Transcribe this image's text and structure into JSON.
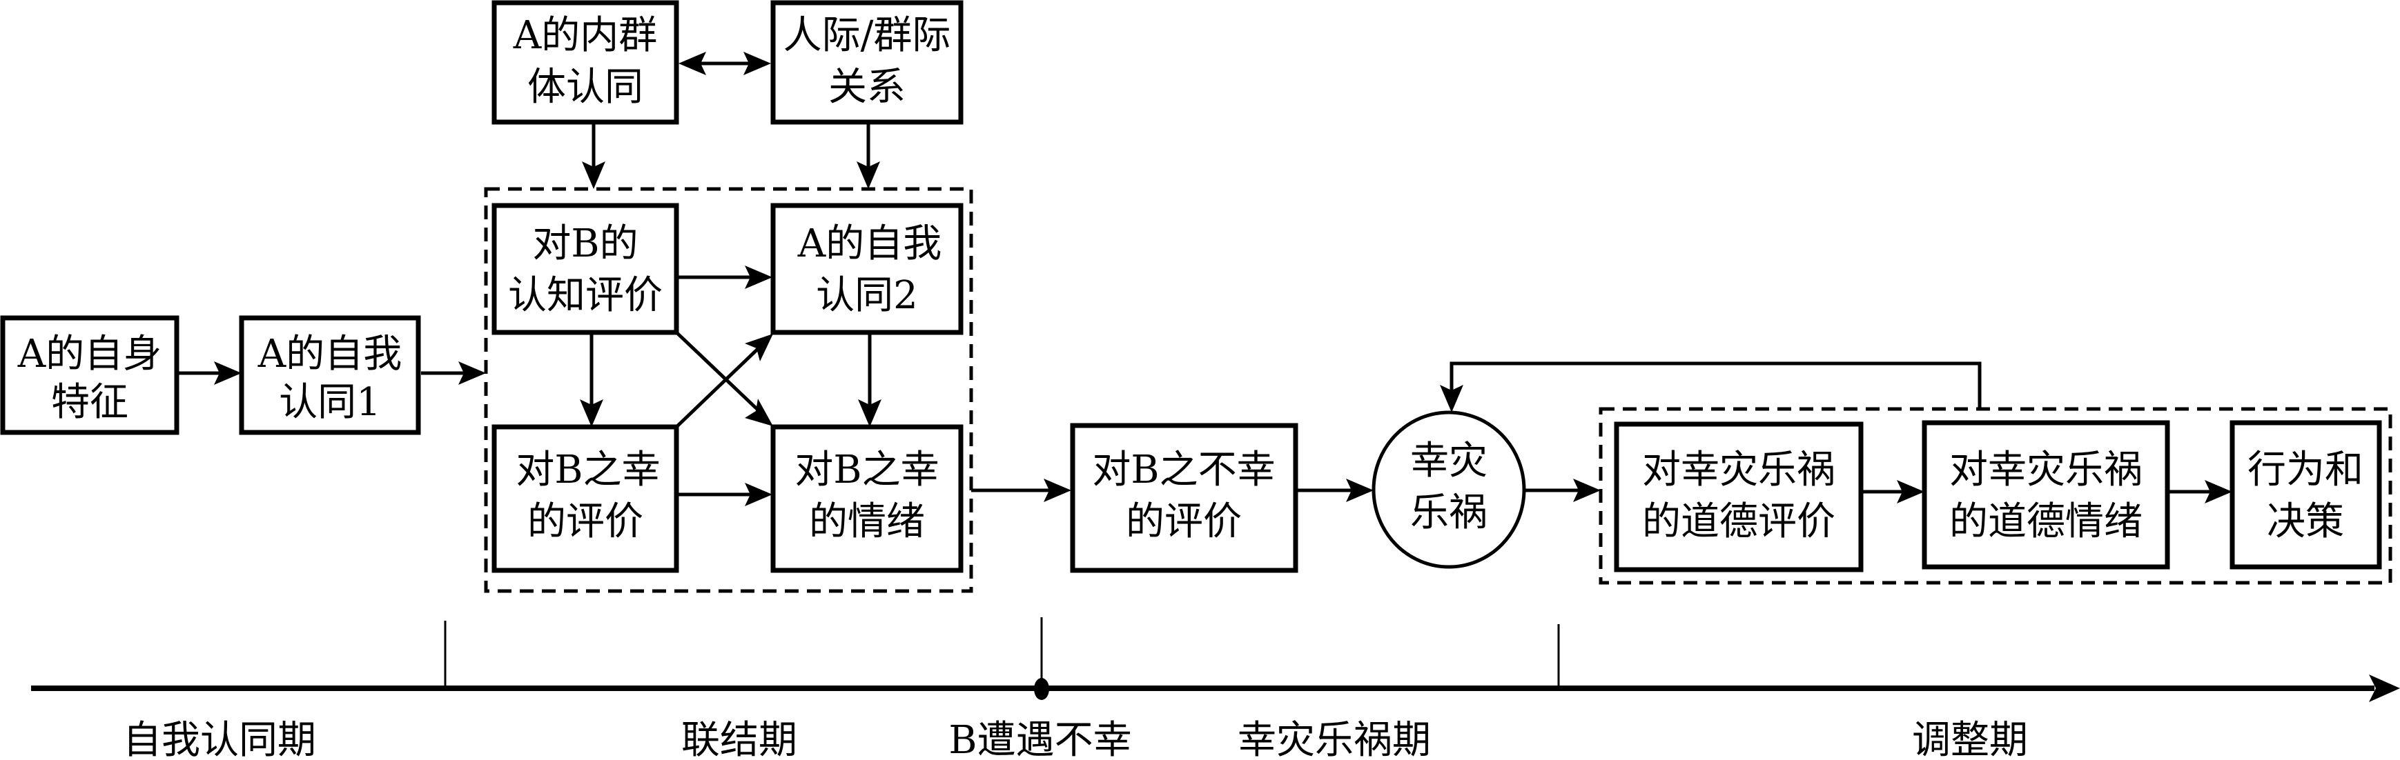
{
  "diagram": {
    "nodes": {
      "self_traits": [
        "A的自身",
        "特征"
      ],
      "self_identity1": [
        "A的自我",
        "认同1"
      ],
      "ingroup_identity": [
        "A的内群",
        "体认同"
      ],
      "relations": [
        "人际/群际",
        "关系"
      ],
      "cognitive_eval": [
        "对B的",
        "认知评价"
      ],
      "self_identity2": [
        "A的自我",
        "认同2"
      ],
      "fortune_eval": [
        "对B之幸",
        "的评价"
      ],
      "fortune_emotion": [
        "对B之幸",
        "的情绪"
      ],
      "misfortune_eval": [
        "对B之不幸",
        "的评价"
      ],
      "schadenfreude": [
        "幸灾",
        "乐祸"
      ],
      "moral_eval": [
        "对幸灾乐祸",
        "的道德评价"
      ],
      "moral_emotion": [
        "对幸灾乐祸",
        "的道德情绪"
      ],
      "behavior": [
        "行为和",
        "决策"
      ]
    },
    "edges": [
      {
        "from": "self_traits",
        "to": "self_identity1"
      },
      {
        "from": "self_identity1",
        "to": "linkage_group"
      },
      {
        "from": "ingroup_identity",
        "to": "relations",
        "bidirectional": true
      },
      {
        "from": "ingroup_identity",
        "to": "linkage_group"
      },
      {
        "from": "relations",
        "to": "linkage_group"
      },
      {
        "from": "cognitive_eval",
        "to": "self_identity2"
      },
      {
        "from": "cognitive_eval",
        "to": "fortune_eval"
      },
      {
        "from": "cognitive_eval",
        "to": "fortune_emotion"
      },
      {
        "from": "fortune_eval",
        "to": "self_identity2"
      },
      {
        "from": "fortune_eval",
        "to": "fortune_emotion"
      },
      {
        "from": "self_identity2",
        "to": "fortune_emotion"
      },
      {
        "from": "linkage_group",
        "to": "misfortune_eval"
      },
      {
        "from": "misfortune_eval",
        "to": "schadenfreude"
      },
      {
        "from": "schadenfreude",
        "to": "adjustment_group"
      },
      {
        "from": "moral_eval",
        "to": "moral_emotion"
      },
      {
        "from": "moral_emotion",
        "to": "behavior"
      },
      {
        "from": "adjustment_group",
        "to": "schadenfreude",
        "feedback": true
      }
    ],
    "timeline": {
      "phases": [
        "自我认同期",
        "联结期",
        "幸灾乐祸期",
        "调整期"
      ],
      "event": "B遭遇不幸"
    }
  }
}
